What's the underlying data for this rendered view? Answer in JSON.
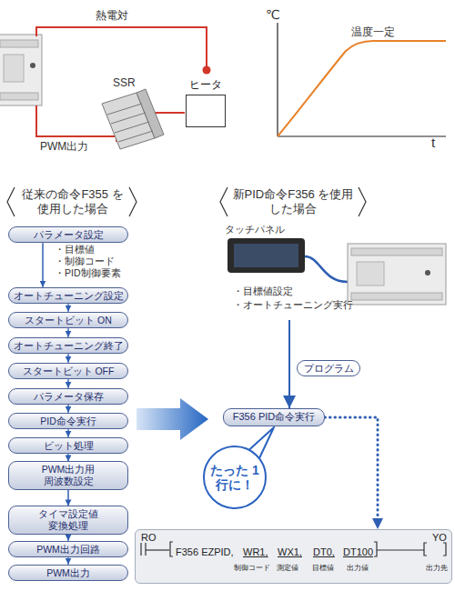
{
  "diagram": {
    "nodes": [
      {
        "text": [
          "ヒータ"
        ]
      },
      {
        "text": [
          "パラメータ設定"
        ]
      },
      {
        "text": [
          "オートチューニング設定"
        ]
      },
      {
        "text": [
          "スタートビット ON"
        ]
      },
      {
        "text": [
          "オートチューニング終了"
        ]
      },
      {
        "text": [
          "スタートビット OFF"
        ]
      },
      {
        "text": [
          "パラメータ保存"
        ]
      },
      {
        "text": [
          "PID命令実行"
        ]
      },
      {
        "text": [
          "ビット処理"
        ]
      },
      {
        "text": [
          "PWM出力用 周波数設定"
        ]
      },
      {
        "text": [
          "タイマ設定値 変換処理"
        ]
      },
      {
        "text": [
          "PWM出力回路"
        ]
      },
      {
        "text": [
          "PWM出力"
        ]
      },
      {
        "text": [
          "プログラム"
        ]
      },
      {
        "text": [
          "F356 PID命令実行"
        ]
      },
      {
        "text": [
          "たった 1行に！"
        ]
      },
      {
        "text": [
          "RO",
          "F356 EZPID,",
          "WR1,",
          "WX1,",
          "DT0,",
          "DT100",
          "YO",
          "制御コード",
          "測定値",
          "目標値",
          "出力値",
          "出力先"
        ]
      }
    ],
    "edges": [
      {
        "from": 1,
        "to": 2,
        "arrow": "to"
      },
      {
        "from": 2,
        "to": 3,
        "arrow": "to"
      },
      {
        "from": 3,
        "to": 4,
        "arrow": "to"
      },
      {
        "from": 4,
        "to": 5,
        "arrow": "to"
      },
      {
        "from": 5,
        "to": 6,
        "arrow": "to"
      },
      {
        "from": 6,
        "to": 7,
        "arrow": "to"
      },
      {
        "from": 7,
        "to": 8,
        "arrow": "to"
      },
      {
        "from": 8,
        "to": 9,
        "arrow": "to"
      },
      {
        "from": 9,
        "to": 10,
        "arrow": "to"
      },
      {
        "from": 10,
        "to": 11,
        "arrow": "to"
      },
      {
        "from": 11,
        "to": 12,
        "arrow": "to"
      },
      {
        "from": 14,
        "to": 16,
        "arrow": "to"
      }
    ],
    "labels": [
      "熱電対",
      "SSR",
      "PWM出力",
      "℃",
      "温度一定",
      "t",
      "従来の命令F355 を使用した場合",
      "・目標値",
      "・制御コード",
      "・PID制御要素",
      "新PID命令F356 を使用した場合",
      "タッチパネル",
      "・目標値設定",
      "・オートチューニング実行"
    ]
  }
}
